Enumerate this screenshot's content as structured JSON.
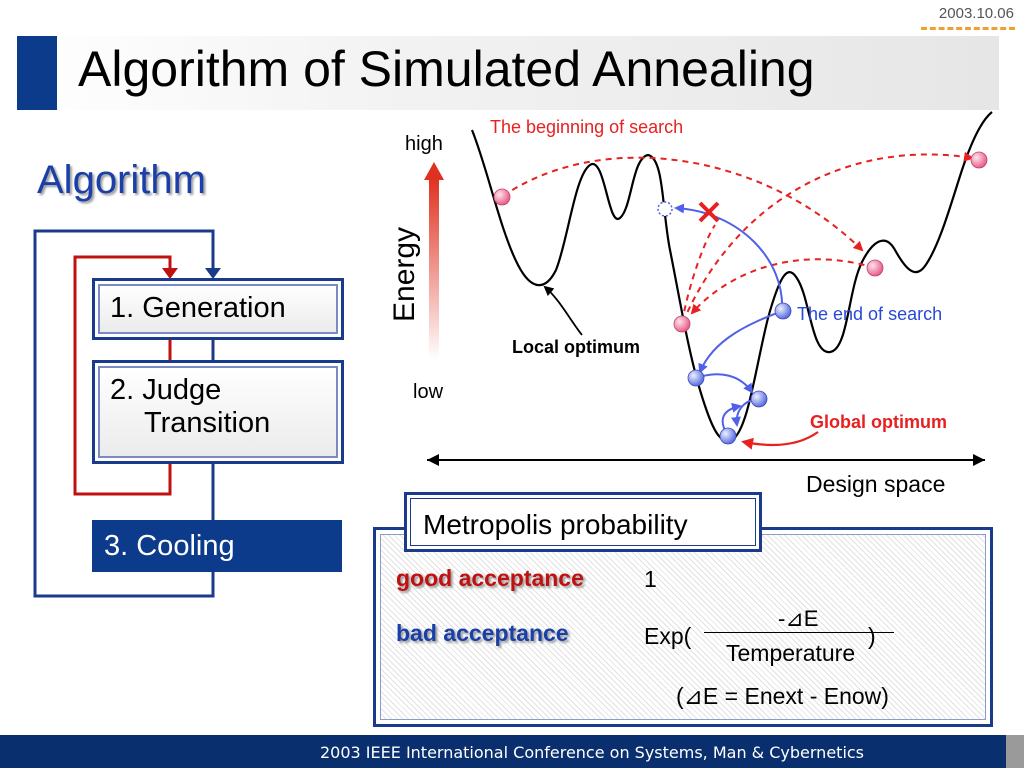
{
  "header": {
    "date": "2003.10.06",
    "title": "Algorithm of Simulated Annealing"
  },
  "algorithm": {
    "heading": "Algorithm",
    "steps": {
      "generation": "1. Generation",
      "judge_line1": "2. Judge",
      "judge_line2": "Transition",
      "cooling": "3. Cooling"
    }
  },
  "diagram": {
    "energy_label": "Energy",
    "high_label": "high",
    "low_label": "low",
    "beginning_label": "The beginning of search",
    "end_label": "The end of search",
    "local_optimum_label": "Local optimum",
    "global_optimum_label": "Global optimum",
    "design_space_label": "Design space"
  },
  "formula": {
    "title": "Metropolis probability",
    "good_label": "good acceptance",
    "good_value": "1",
    "bad_label": "bad acceptance",
    "exp_open": "Exp(",
    "numerator": "-⊿E",
    "denominator": "Temperature",
    "exp_close": ")",
    "delta_definition": "(⊿E = Enext - Enow)"
  },
  "footer": {
    "text": "2003 IEEE International Conference on Systems, Man & Cybernetics"
  },
  "colors": {
    "brand_blue": "#0d3b8c",
    "red": "#c01010",
    "blue": "#1a3fa8",
    "pink_point": "#f49ab0",
    "blue_point": "#8c9cf0"
  }
}
